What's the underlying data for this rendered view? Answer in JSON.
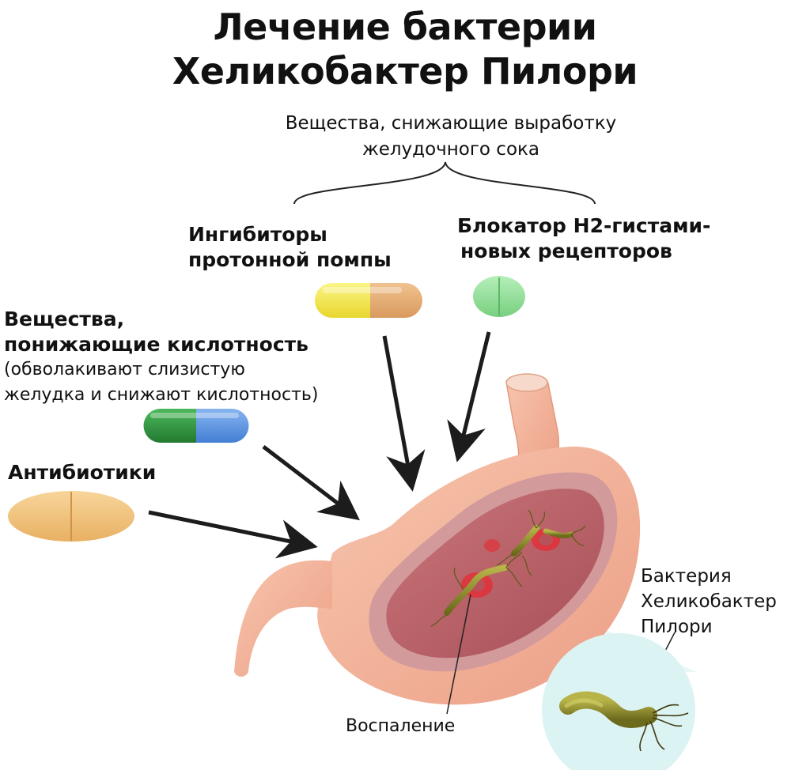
{
  "title": {
    "line1": "Лечение бактерии",
    "line2": "Хеликобактер Пилори"
  },
  "brace_label": {
    "line1": "Вещества, снижающие выработку",
    "line2": "желудочного сока"
  },
  "groups": {
    "ppi": {
      "line1": "Ингибиторы",
      "line2": "протонной помпы"
    },
    "h2": {
      "line1": "Блокатор Н2-гистами-",
      "line2": "новых рецепторов"
    },
    "antacids": {
      "line1": "Вещества,",
      "line2": "понижающие кислотность",
      "line3": "(обволакивают слизистую",
      "line4": "желудка и снижают кислотность)"
    },
    "antibiotics": {
      "line1": "Антибиотики"
    }
  },
  "callouts": {
    "bacteria": {
      "line1": "Бактерия",
      "line2": "Хеликобактер",
      "line3": "Пилори"
    },
    "inflammation": "Воспаление"
  },
  "colors": {
    "capsule_yellow": "#f2e84a",
    "capsule_tan": "#e2ab72",
    "tablet_green": "#8fdc95",
    "capsule_dark_green": "#2e8f3e",
    "capsule_blue": "#5a92e0",
    "tablet_orange": "#f0c27c",
    "stomach": "#f3b69e",
    "stomach_inner": "#b8626a",
    "bacteria": "#8a8a2a",
    "inflammation": "#e0303a",
    "magnifier": "#dcf3f3"
  }
}
